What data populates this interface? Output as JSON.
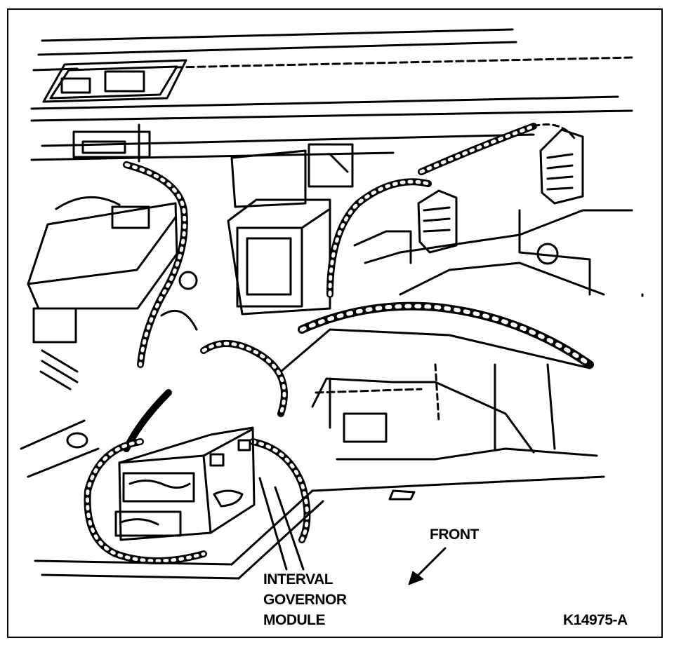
{
  "diagram": {
    "labels": {
      "module_line1": "INTERVAL",
      "module_line2": "GOVERNOR",
      "module_line3": "MODULE",
      "front": "FRONT",
      "figure_id": "K14975-A"
    },
    "colors": {
      "ink": "#000000",
      "paper": "#ffffff"
    }
  }
}
